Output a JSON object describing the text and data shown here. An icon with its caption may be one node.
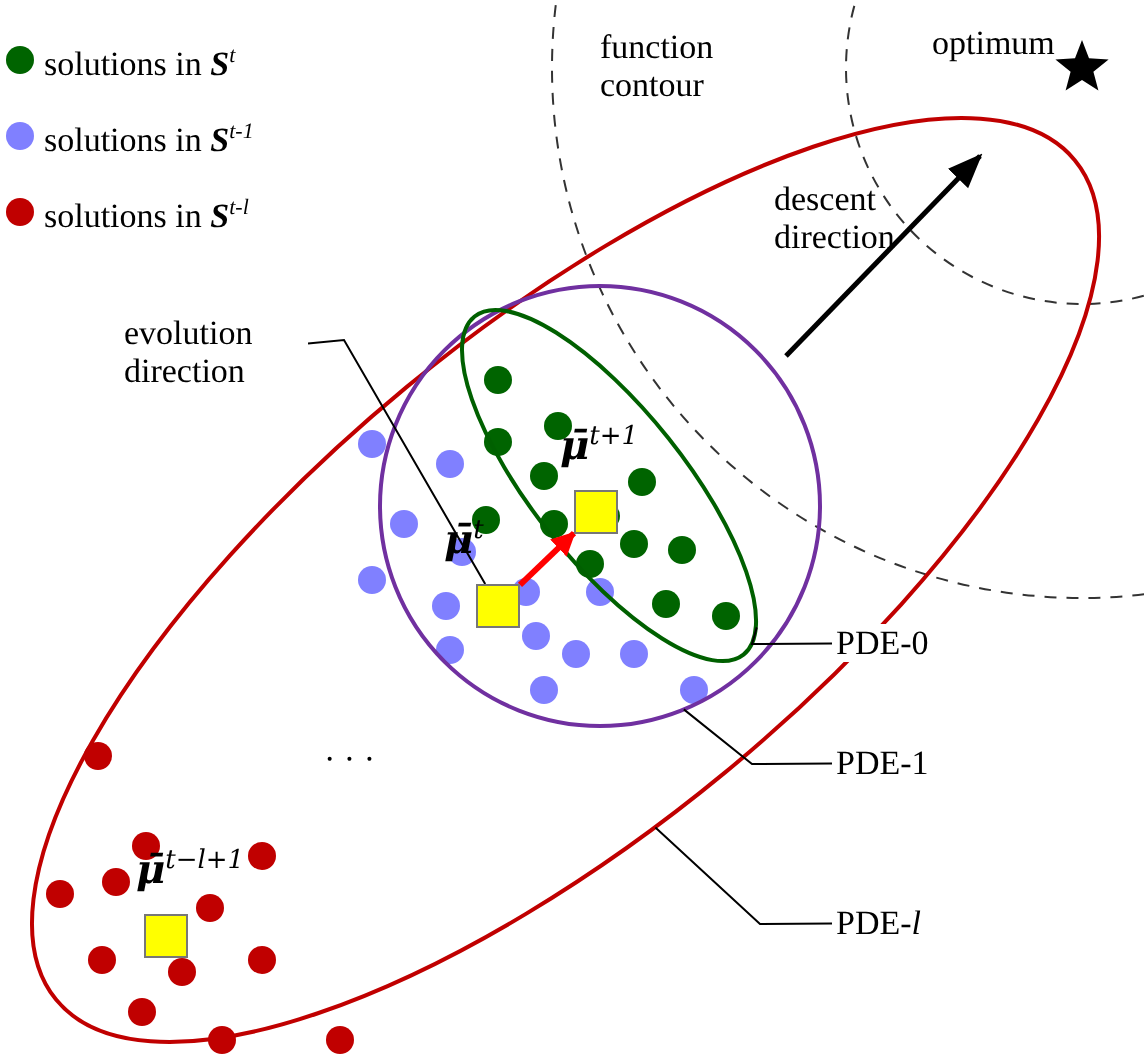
{
  "diagram": {
    "nodes": [
      {
        "text": [],
        "shape": "ellipse"
      },
      {
        "text": [],
        "shape": "circle",
        "in": 0
      },
      {
        "text": [],
        "shape": "ellipse",
        "in": 1
      },
      {
        "text": [
          "**μ̄**$^{t}$"
        ],
        "in": 1
      },
      {
        "text": [
          "**μ̄**$^{t+1}$"
        ],
        "in": 2
      },
      {
        "text": [
          "**μ̄**$^{t−l+1}$"
        ],
        "in": 0
      },
      {
        "text": [
          "PDE-0"
        ]
      },
      {
        "text": [
          "PDE-1"
        ]
      },
      {
        "text": [
          "PDE-*l*"
        ]
      },
      {
        "text": [
          "evolution direction"
        ]
      }
    ],
    "edges": [
      {
        "from": 3,
        "to": 4,
        "arrow": "to",
        "style": "thick",
        "color": "#ff0000"
      },
      {
        "from": 6,
        "to": 2,
        "arrow": "none"
      },
      {
        "from": 7,
        "to": 1,
        "arrow": "none"
      },
      {
        "from": 8,
        "to": 0,
        "arrow": "none"
      },
      {
        "from": 9,
        "to": 3,
        "arrow": "none"
      }
    ],
    "labels": [
      "function contour",
      "optimum",
      "descent direction",
      "· · ·"
    ],
    "legend": [
      {
        "text": "solutions in **S**$^{t}$",
        "color": "#006400"
      },
      {
        "text": "solutions in **S**$^{t-1}$",
        "color": "#8080ff"
      },
      {
        "text": "solutions in **S**$^{t-l}$",
        "color": "#c00000"
      }
    ]
  }
}
